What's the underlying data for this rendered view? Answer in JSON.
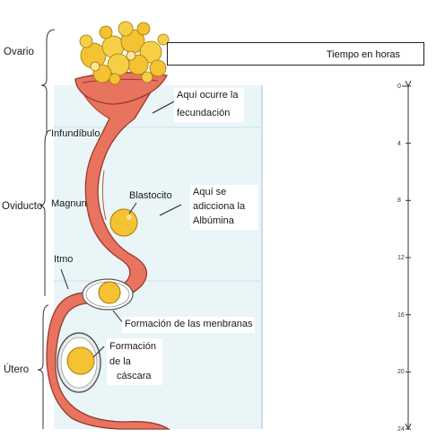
{
  "regions": {
    "ovario": "Ovario",
    "oviducto": "Oviducto",
    "utero": "Útero"
  },
  "parts": {
    "infundibulo": "Infundíbulo",
    "magnun": "Magnun",
    "itmo": "Itmo"
  },
  "annotations": {
    "fecundacion_line1": "Aquí ocurre la",
    "fecundacion_line2": "fecundación",
    "blastocito": "Blastocito",
    "albumina_line1": "Aquí se",
    "albumina_line2": "adicciona   la",
    "albumina_line3": "Albúmina",
    "membranas": "Formación de las menbranas",
    "cascara_line1": "Formación",
    "cascara_line2": "de la",
    "cascara_line3": "cáscara"
  },
  "timeline": {
    "title": "Tiempo en horas",
    "ticks": [
      "0",
      "4",
      "8",
      "12",
      "16",
      "20",
      "24"
    ]
  },
  "colors": {
    "oviduct": "#e8735f",
    "oviduct_outline": "#9a3a2c",
    "yolk": "#f7c83a",
    "panel": "#eaf5f8"
  }
}
